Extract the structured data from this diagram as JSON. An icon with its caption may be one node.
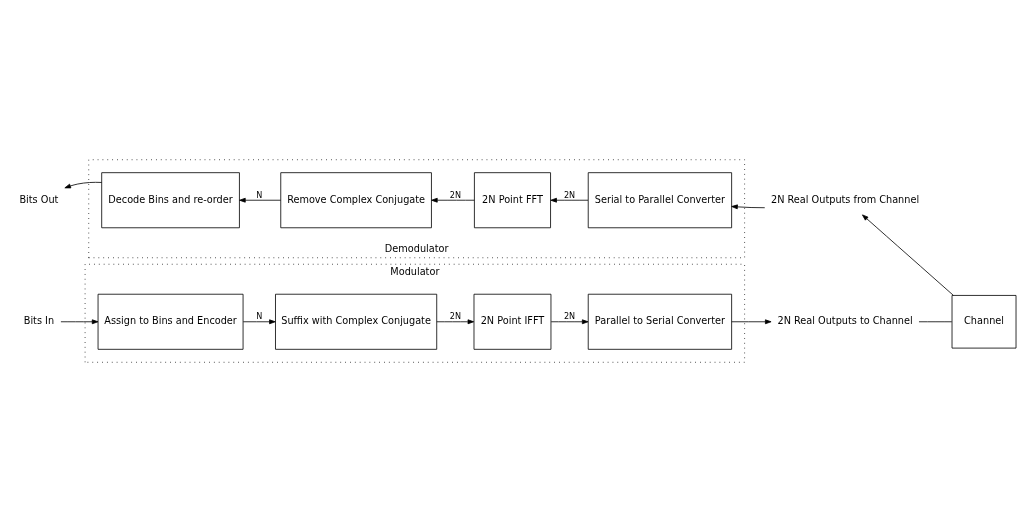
{
  "diagram": {
    "nodes": [
      {
        "text": [
          "Modulator"
        ]
      },
      {
        "text": [
          "Bits In"
        ]
      },
      {
        "text": [
          "Assign to Bins and Encoder"
        ],
        "in": 0
      },
      {
        "text": [
          "Suffix with Complex Conjugate"
        ],
        "in": 0
      },
      {
        "text": [
          "2N Point IFFT"
        ],
        "in": 0
      },
      {
        "text": [
          "Parallel to Serial Converter"
        ],
        "in": 0
      },
      {
        "text": [
          "2N Real Outputs to Channel"
        ]
      },
      {
        "text": [
          "Channel"
        ]
      },
      {
        "text": [
          "Demodulator"
        ]
      },
      {
        "text": [
          "Bits Out"
        ]
      },
      {
        "text": [
          "Decode Bins and re-order"
        ],
        "in": 8
      },
      {
        "text": [
          "Remove Complex Conjugate"
        ],
        "in": 8
      },
      {
        "text": [
          "2N Point FFT"
        ],
        "in": 8
      },
      {
        "text": [
          "Serial to Parallel Converter"
        ],
        "in": 8
      },
      {
        "text": [
          "2N Real Outputs from Channel"
        ]
      }
    ],
    "edges": [
      {
        "from": 1,
        "to": 2,
        "arrow": "to"
      },
      {
        "from": 2,
        "to": 3,
        "arrow": "to",
        "label": "N"
      },
      {
        "from": 3,
        "to": 4,
        "arrow": "to",
        "label": "2N"
      },
      {
        "from": 4,
        "to": 5,
        "arrow": "to",
        "label": "2N"
      },
      {
        "from": 5,
        "to": 6,
        "arrow": "to"
      },
      {
        "from": 6,
        "to": 7,
        "arrow": "none"
      },
      {
        "from": 7,
        "to": 14,
        "arrow": "to"
      },
      {
        "from": 14,
        "to": 13,
        "arrow": "to"
      },
      {
        "from": 13,
        "to": 12,
        "arrow": "to",
        "label": "2N"
      },
      {
        "from": 12,
        "to": 11,
        "arrow": "to",
        "label": "2N"
      },
      {
        "from": 11,
        "to": 10,
        "arrow": "to",
        "label": "N"
      },
      {
        "from": 10,
        "to": 9,
        "arrow": "to"
      }
    ]
  }
}
